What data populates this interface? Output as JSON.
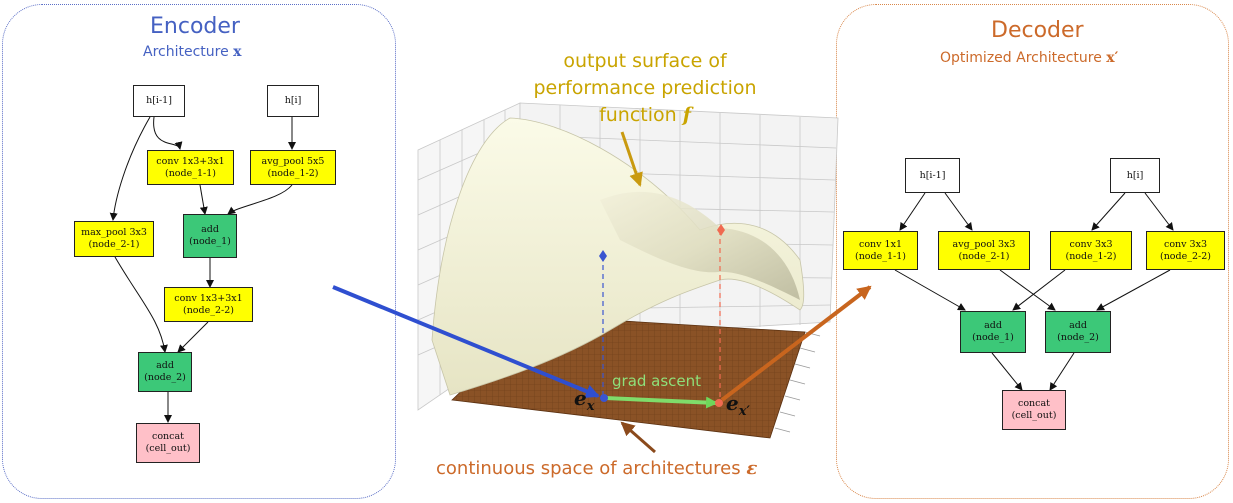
{
  "encoder": {
    "title": "Encoder",
    "subtitle": "Architecture ",
    "subtitle_var": "x",
    "nodes": {
      "h_prev": "h[i-1]",
      "h_cur": "h[i]",
      "conv13_line1": "conv 1x3+3x1",
      "conv13_line2": "(node_1-1)",
      "avgpool_line1": "avg_pool 5x5",
      "avgpool_line2": "(node_1-2)",
      "maxpool_line1": "max_pool 3x3",
      "maxpool_line2": "(node_2-1)",
      "add1_line1": "add",
      "add1_line2": "(node_1)",
      "conv22_line1": "conv 1x3+3x1",
      "conv22_line2": "(node_2-2)",
      "add2_line1": "add",
      "add2_line2": "(node_2)",
      "concat_line1": "concat",
      "concat_line2": "(cell_out)"
    }
  },
  "decoder": {
    "title": "Decoder",
    "subtitle": "Optimized Architecture ",
    "subtitle_var": "x′",
    "nodes": {
      "h_prev": "h[i-1]",
      "h_cur": "h[i]",
      "conv1x1_line1": "conv 1x1",
      "conv1x1_line2": "(node_1-1)",
      "avgpool_line1": "avg_pool 3x3",
      "avgpool_line2": "(node_2-1)",
      "conv3a_line1": "conv 3x3",
      "conv3a_line2": "(node_1-2)",
      "conv3b_line1": "conv 3x3",
      "conv3b_line2": "(node_2-2)",
      "add1_line1": "add",
      "add1_line2": "(node_1)",
      "add2_line1": "add",
      "add2_line2": "(node_2)",
      "concat_line1": "concat",
      "concat_line2": "(cell_out)"
    }
  },
  "center": {
    "surface_label_1": "output surface of",
    "surface_label_2": "performance prediction",
    "surface_label_3": "function ",
    "surface_label_var": "f",
    "grad_label": "grad ascent",
    "ex_label": "e",
    "ex_sub": "x",
    "exp_label": "e",
    "exp_sub": "x′",
    "space_label": "continuous space of architectures ",
    "space_var": "ε"
  },
  "colors": {
    "encoder_accent": "#4561c2",
    "decoder_accent": "#cc6a2a",
    "surface_label": "#c9a400",
    "grad_arrow": "#8fe07a",
    "node_yellow": "#ffff00",
    "node_green": "#3cc878",
    "node_pink": "#ffc0c8"
  }
}
